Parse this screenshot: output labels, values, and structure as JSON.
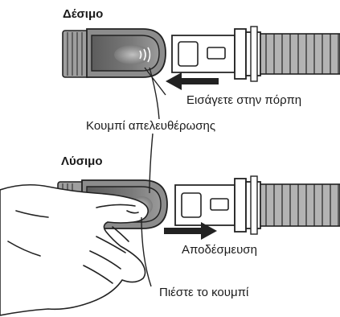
{
  "fastening": {
    "heading": "Δέσιμο",
    "insert_label": "Εισάγετε στην πόρπη"
  },
  "release_button_label": "Κουμπί απελευθέρωσης",
  "releasing": {
    "heading": "Λύσιμο",
    "detach_label": "Αποδέσμευση",
    "press_label": "Πιέστε το κουμπί"
  },
  "colors": {
    "outline": "#222222",
    "buckle_gray": "#8c8c8c",
    "button_gray": "#6d6d6d",
    "button_dark": "#505050",
    "strap_gray": "#a8a8a8",
    "arrow": "#222222",
    "hand_fill": "#ffffff"
  },
  "icons": {
    "button_symbol": "release-waves-icon",
    "direction_arrows": "arrow-icon"
  }
}
